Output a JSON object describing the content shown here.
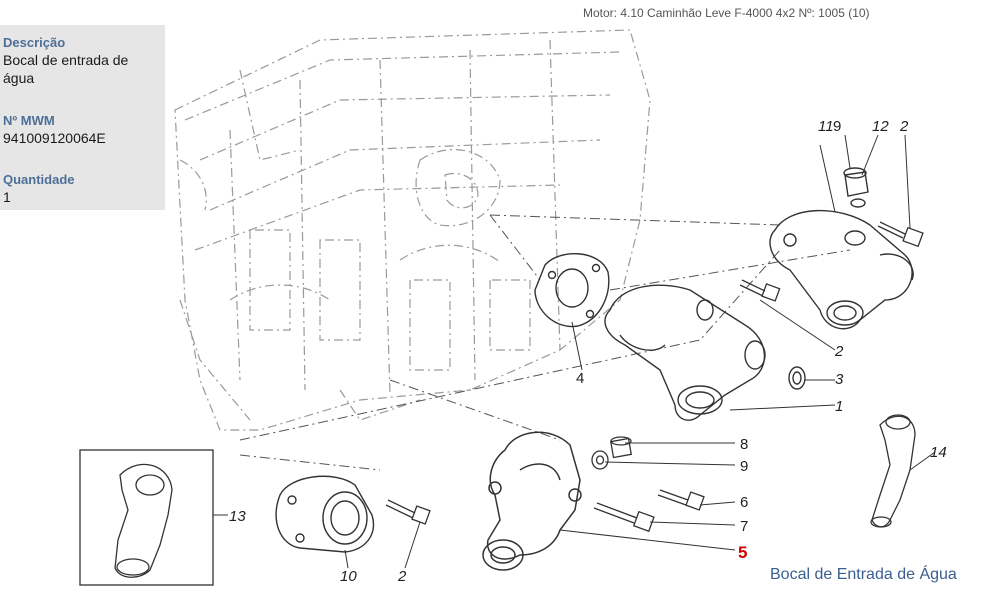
{
  "header": {
    "info": "Motor: 4.10 Caminhão Leve F-4000 4x2   Nº: 1005 (10)"
  },
  "panel": {
    "descricao_label": "Descrição",
    "descricao_value": "Bocal de entrada de água",
    "mwm_label": "Nº MWM",
    "mwm_value": "941009120064E",
    "quantidade_label": "Quantidade",
    "quantidade_value": "1"
  },
  "callouts": {
    "c1": "1",
    "c2a": "2",
    "c2b": "2",
    "c2c": "2",
    "c3": "3",
    "c4": "4",
    "c5": "5",
    "c6": "6",
    "c7": "7",
    "c8": "8",
    "c9a": "9",
    "c9b": "9",
    "c10": "10",
    "c11": "11",
    "c12": "12",
    "c13": "13",
    "c14": "14"
  },
  "colors": {
    "highlight_callout": "#cc0000",
    "caption": "#3b5f8f",
    "panel_label": "#4d6f97"
  },
  "caption": "Bocal de Entrada de Água"
}
